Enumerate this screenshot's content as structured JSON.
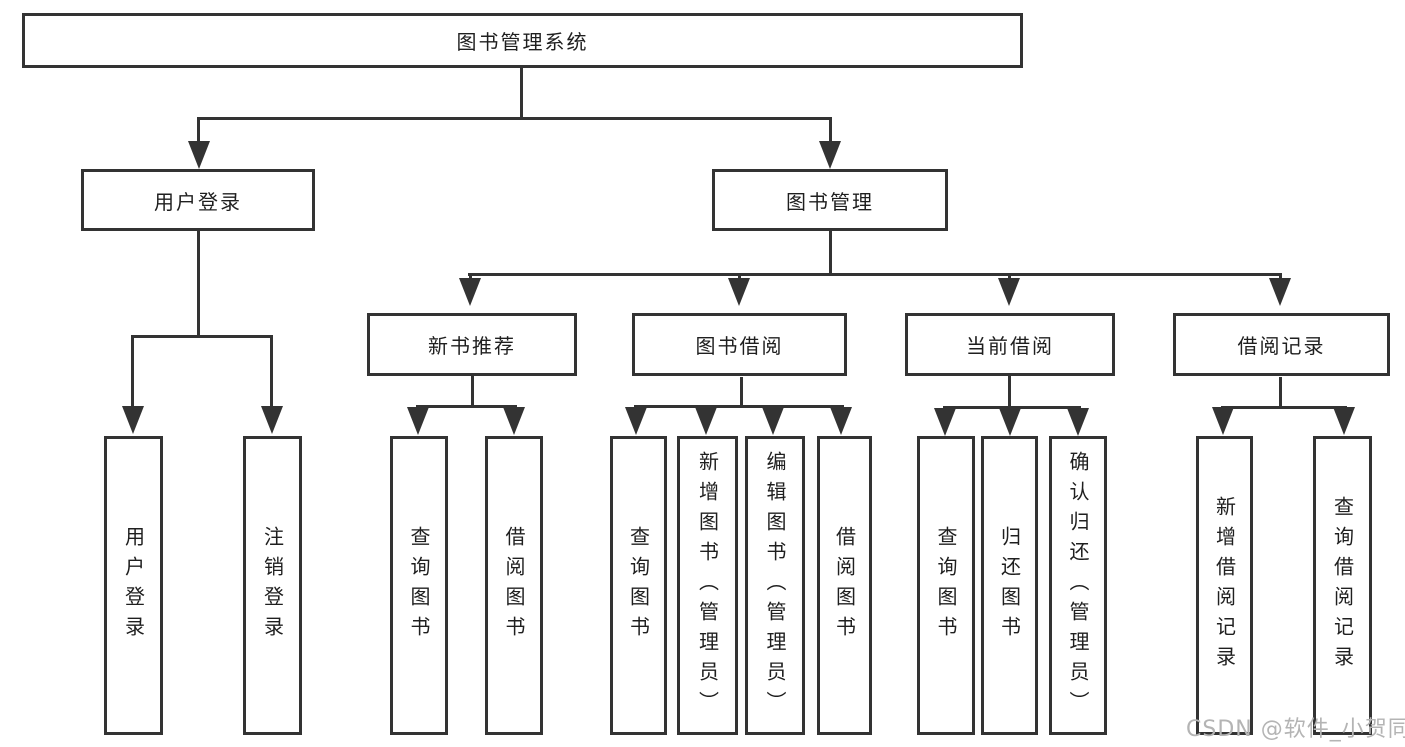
{
  "nodes": {
    "root": {
      "label": "图书管理系统"
    },
    "l2": {
      "user_login": {
        "label": "用户登录"
      },
      "book_mgmt": {
        "label": "图书管理"
      }
    },
    "l3": {
      "new_book": {
        "label": "新书推荐"
      },
      "borrow": {
        "label": "图书借阅"
      },
      "current": {
        "label": "当前借阅"
      },
      "records": {
        "label": "借阅记录"
      }
    },
    "leaves": {
      "user_login": {
        "label": "用户登录"
      },
      "logout": {
        "label": "注销登录"
      },
      "nb_query": {
        "label": "查询图书"
      },
      "nb_borrow": {
        "label": "借阅图书"
      },
      "bb_query": {
        "label": "查询图书"
      },
      "bb_add": {
        "label": "新增图书（管理员）"
      },
      "bb_edit": {
        "label": "编辑图书（管理员）"
      },
      "bb_borrow": {
        "label": "借阅图书"
      },
      "cb_query": {
        "label": "查询图书"
      },
      "cb_return": {
        "label": "归还图书"
      },
      "cb_confirm": {
        "label": "确认归还（管理员）"
      },
      "br_add": {
        "label": "新增借阅记录"
      },
      "br_query": {
        "label": "查询借阅记录"
      }
    }
  },
  "hierarchy": {
    "图书管理系统": {
      "用户登录": [
        "用户登录",
        "注销登录"
      ],
      "图书管理": {
        "新书推荐": [
          "查询图书",
          "借阅图书"
        ],
        "图书借阅": [
          "查询图书",
          "新增图书（管理员）",
          "编辑图书（管理员）",
          "借阅图书"
        ],
        "当前借阅": [
          "查询图书",
          "归还图书",
          "确认归还（管理员）"
        ],
        "借阅记录": [
          "新增借阅记录",
          "查询借阅记录"
        ]
      }
    }
  },
  "watermark": {
    "text": "CSDN @软件_小贺同学"
  },
  "colors": {
    "line": "#333333",
    "text": "#1f1f1f",
    "watermark": "#b4b4b4",
    "background": "#ffffff"
  }
}
